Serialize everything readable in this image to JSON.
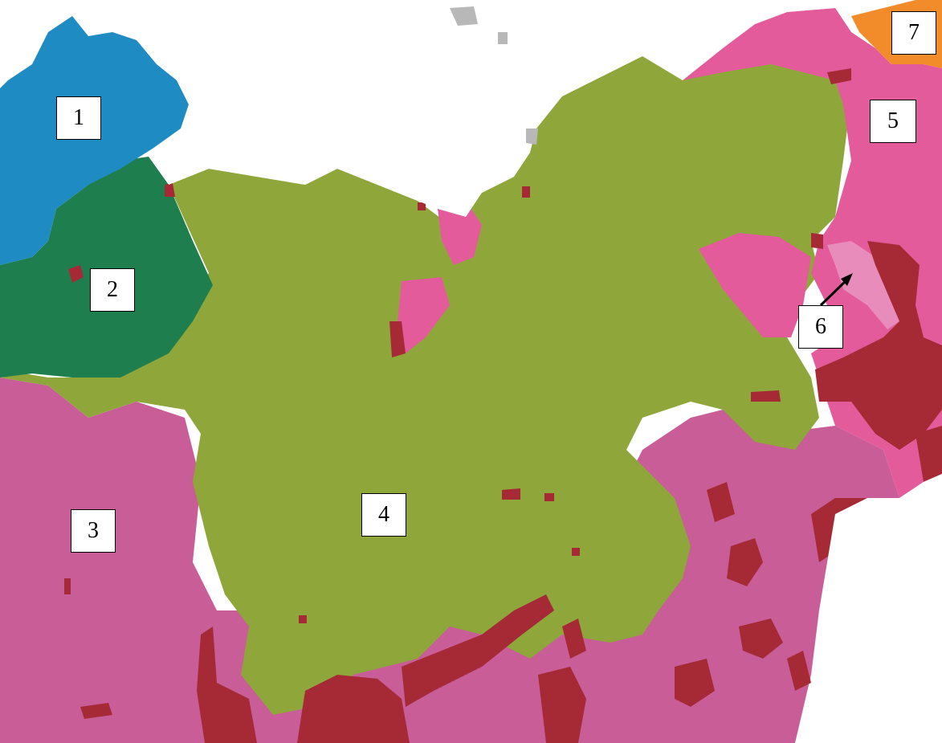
{
  "map": {
    "colors": {
      "background": "#ffffff",
      "region_1": "#1e8bc3",
      "region_2": "#1e7e4e",
      "region_3": "#c85d97",
      "region_4": "#8fa63a",
      "region_5": "#e45b9b",
      "region_6": "#e88dbb",
      "region_7": "#f28c2a",
      "patches": "#a52a35",
      "ice": "#b8b8b8"
    },
    "labels": [
      "1",
      "2",
      "3",
      "4",
      "5",
      "6",
      "7"
    ]
  }
}
